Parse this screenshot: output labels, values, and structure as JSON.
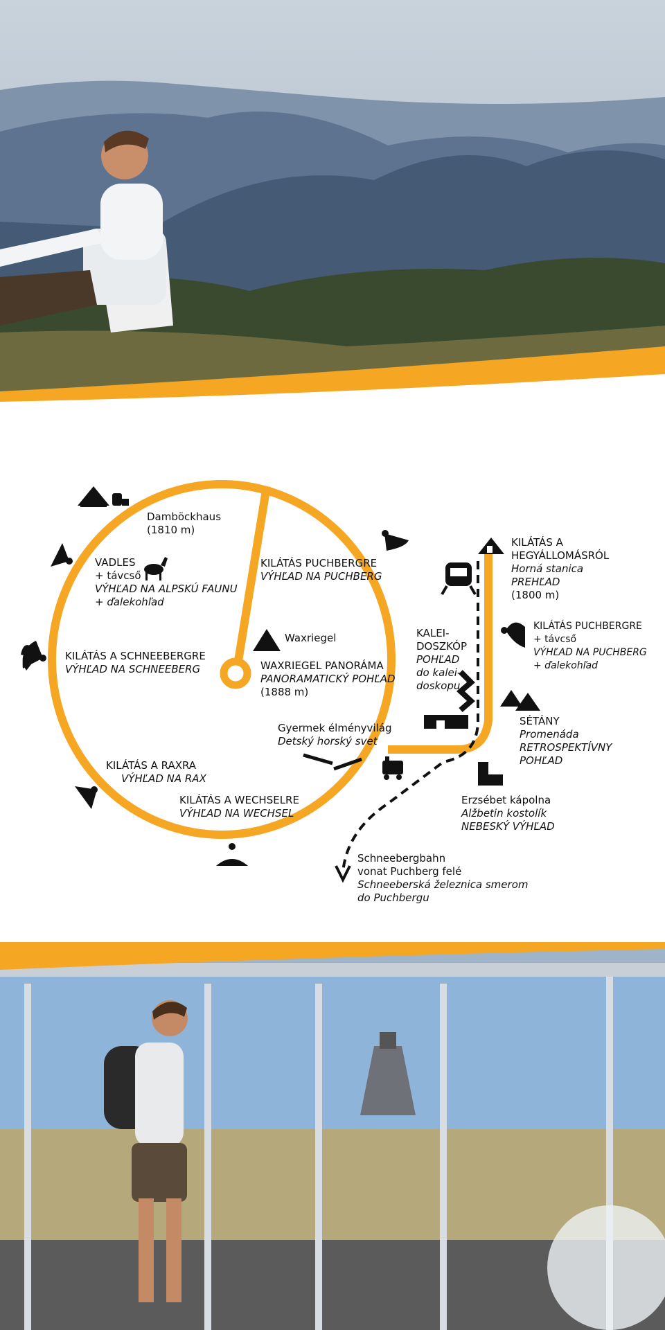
{
  "accent_color": "#F5A623",
  "photos": {
    "top": {
      "subject": "man-relaxing-on-chair-mountain-view"
    },
    "bottom": {
      "subject": "hiker-in-kaleidoscope-glass-room"
    }
  },
  "icons": {
    "hut": "hut-icon",
    "train": "train-icon",
    "viewpoint": "viewpoint-fan-icon",
    "chamois": "chamois-icon",
    "peak": "peak-triangle-icon",
    "tents": "tents-icon",
    "chapel": "chapel-icon",
    "loco": "small-train-icon",
    "building": "kaleidoscope-building-icon"
  },
  "map": {
    "damboeckhaus": {
      "name": "Damböckhaus",
      "alt": "(1810 m)"
    },
    "vadles": {
      "hu": "VADLES",
      "hu2": "+ távcső",
      "sk": "VÝHĽAD NA ALPSKÚ FAUNU",
      "sk2": "+ ďalekohľad"
    },
    "schneeberg_view": {
      "hu": "KILÁTÁS A SCHNEEBERGRE",
      "sk": "VÝHĽAD NA SCHNEEBERG"
    },
    "raxra": {
      "hu": "KILÁTÁS A RAXRA",
      "sk": "VÝHĽAD NA RAX"
    },
    "wechsel": {
      "hu": "KILÁTÁS A WECHSELRE",
      "sk": "VÝHĽAD NA WECHSEL"
    },
    "puchberg_inner": {
      "hu": "KILÁTÁS PUCHBERGRE",
      "sk": "VÝHĽAD NA PUCHBERG"
    },
    "waxriegel": {
      "name": "Waxriegel"
    },
    "panorama": {
      "hu": "WAXRIEGEL PANORÁMA",
      "sk": "PANORAMATICKÝ POHĽAD",
      "alt": "(1888 m)"
    },
    "kids": {
      "hu": "Gyermek élményvilág",
      "sk": "Detský horský svet"
    },
    "kaleido": {
      "l1": "KALEI-",
      "l2": "DOSZKÓP",
      "l3": "POHĽAD",
      "l4": "do kalei-",
      "l5": "doskopu"
    },
    "hegyallomas": {
      "hu1": "KILÁTÁS A",
      "hu2": "HEGYÁLLOMÁSRÓL",
      "sk1": "Horná stanica",
      "sk2": "PREHĽAD",
      "alt": "(1800 m)"
    },
    "puchberg_right": {
      "hu": "KILÁTÁS PUCHBERGRE",
      "hu2": "+ távcső",
      "sk": "VÝHĽAD NA PUCHBERG",
      "sk2": "+ ďalekohľad"
    },
    "setany": {
      "hu": "SÉTÁNY",
      "sk1": "Promenáda",
      "sk2": "RETROSPEKTÍVNY",
      "sk3": "POHĽAD"
    },
    "chapel": {
      "hu": "Erzsébet kápolna",
      "sk1": "Alžbetin kostolík",
      "sk2": "NEBESKÝ VÝHĽAD"
    },
    "railway": {
      "hu1": "Schneebergbahn",
      "hu2": "vonat Puchberg felé",
      "sk1": "Schneeberská železnica smerom",
      "sk2": "do Puchbergu"
    }
  }
}
